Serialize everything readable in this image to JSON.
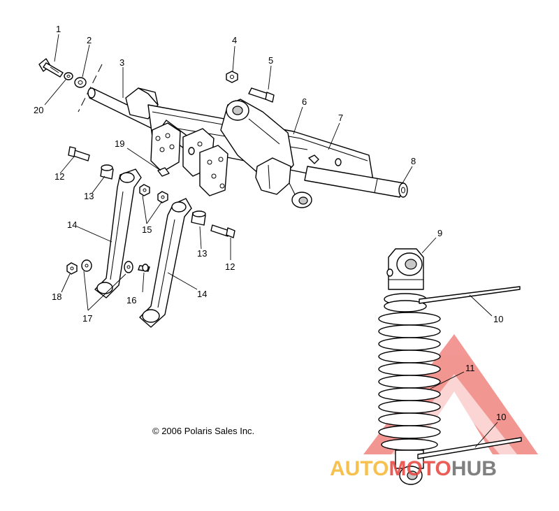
{
  "copyright": "© 2006 Polaris Sales Inc.",
  "watermark": {
    "part1": "AUTO",
    "part2": "MOTO",
    "part3": "HUB",
    "colors": {
      "auto": "#f5b731",
      "moto": "#e8413a",
      "hub": "#6b6b6b",
      "logo": "#e8413a"
    }
  },
  "callouts": [
    {
      "id": "c1",
      "label": "1"
    },
    {
      "id": "c2",
      "label": "2"
    },
    {
      "id": "c3",
      "label": "3"
    },
    {
      "id": "c4",
      "label": "4"
    },
    {
      "id": "c5",
      "label": "5"
    },
    {
      "id": "c6",
      "label": "6"
    },
    {
      "id": "c7",
      "label": "7"
    },
    {
      "id": "c8",
      "label": "8"
    },
    {
      "id": "c9",
      "label": "9"
    },
    {
      "id": "c10a",
      "label": "10"
    },
    {
      "id": "c10b",
      "label": "10"
    },
    {
      "id": "c11",
      "label": "11"
    },
    {
      "id": "c12a",
      "label": "12"
    },
    {
      "id": "c12b",
      "label": "12"
    },
    {
      "id": "c13a",
      "label": "13"
    },
    {
      "id": "c13b",
      "label": "13"
    },
    {
      "id": "c14a",
      "label": "14"
    },
    {
      "id": "c14b",
      "label": "14"
    },
    {
      "id": "c15",
      "label": "15"
    },
    {
      "id": "c16",
      "label": "16"
    },
    {
      "id": "c17",
      "label": "17"
    },
    {
      "id": "c18",
      "label": "18"
    },
    {
      "id": "c19",
      "label": "19"
    },
    {
      "id": "c20",
      "label": "20"
    }
  ]
}
